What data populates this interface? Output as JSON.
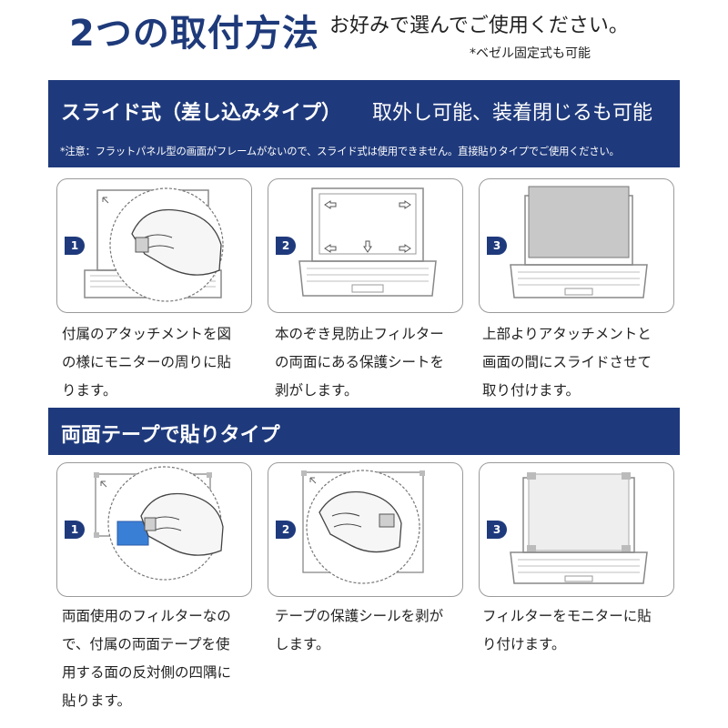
{
  "header": {
    "title": "2つの取付方法",
    "subtitle": "お好みで選んでご使用ください。",
    "note": "*ベゼル固定式も可能"
  },
  "section1": {
    "title": "スライド式（差し込みタイプ）",
    "subtitle": "取外し可能、装着閉じるも可能",
    "note": "*注意：フラットパネル型の画面がフレームがないので、スライド式は使用できません。直接貼りタイプでご使用ください。",
    "steps": [
      {
        "num": "1",
        "text": [
          "付属のアタッチメントを図",
          "の様にモニターの周りに貼",
          "ります。"
        ]
      },
      {
        "num": "2",
        "text": [
          "本のぞき見防止フィルター",
          "の両面にある保護シートを",
          "剥がします。"
        ]
      },
      {
        "num": "3",
        "text": [
          "上部よりアタッチメントと",
          "画面の間にスライドさせて",
          "取り付けます。"
        ]
      }
    ]
  },
  "section2": {
    "title": "両面テープで貼りタイプ",
    "steps": [
      {
        "num": "1",
        "text": [
          "両面使用のフィルターなの",
          "で、付属の両面テープを使",
          "用する面の反対側の四隅に",
          "貼ります。"
        ]
      },
      {
        "num": "2",
        "text": [
          "テープの保護シールを剥が",
          "します。"
        ]
      },
      {
        "num": "3",
        "text": [
          "フィルターをモニターに貼",
          "り付けます。"
        ]
      }
    ]
  },
  "colors": {
    "brand_navy": "#1f3a7c",
    "tape_blue": "#3a7fd6",
    "filter_gray": "#c8c8c8"
  },
  "icons": [
    "hand-peel-icon",
    "laptop-icon",
    "arrow-icon",
    "tape-icon"
  ]
}
